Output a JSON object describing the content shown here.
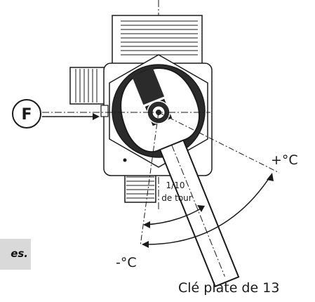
{
  "diagram": {
    "marker_letter": "F",
    "plus_label": "+°C",
    "minus_label": "-°C",
    "turn_label_line1": "1/10",
    "turn_label_line2": "de tour",
    "caption": "Clé plate de 13",
    "side_fragment": "es."
  },
  "colors": {
    "line": "#1a1a1a",
    "dark_fill": "#2b2b2b",
    "panel": "#d9d9d9"
  }
}
